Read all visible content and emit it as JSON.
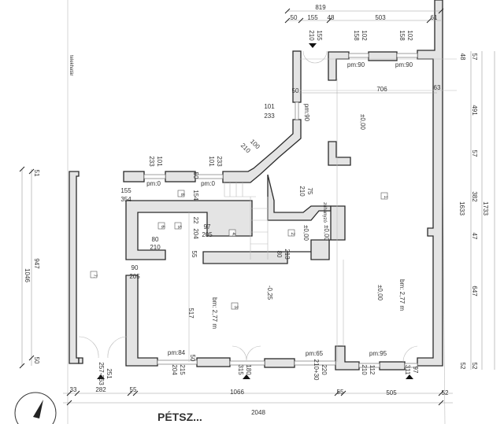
{
  "plan": {
    "title_fragment": "PÉTSZ...",
    "side_label": "telekhatár",
    "rooms": [
      "1.",
      "2.",
      "3.",
      "4.",
      "5.",
      "6.",
      "7.",
      "8."
    ],
    "level_marks": [
      "±0,00",
      "±0,00",
      "-0,25",
      "±0,00",
      "±0,00"
    ],
    "ceiling_heights": [
      "bm: 2,77 m",
      "bm: 2,77 m"
    ],
    "fixture_label": "zuhanyzó",
    "top_dims": [
      "819",
      "50",
      "155",
      "48",
      "503",
      "61"
    ],
    "inner_dims": [
      "50",
      "706",
      "63"
    ],
    "window_top": [
      {
        "w": "155",
        "h": "210"
      },
      {
        "w": "102",
        "h": "158"
      },
      {
        "w": "102",
        "h": "158"
      }
    ],
    "sill_labels": [
      "pm:90",
      "pm:90",
      "pm:90",
      "pm:0",
      "pm:0",
      "pm:84",
      "pm:65",
      "pm:95"
    ],
    "misc_dims": [
      "101",
      "233",
      "100",
      "210",
      "101",
      "233",
      "101",
      "233",
      "50",
      "155",
      "354",
      "154",
      "22",
      "204",
      "55",
      "97",
      "205",
      "80",
      "210",
      "90",
      "205",
      "75",
      "210",
      "80",
      "213",
      "517",
      "50"
    ],
    "right_dims": [
      "48",
      "57",
      "491",
      "57",
      "382",
      "47",
      "647",
      "52",
      "52",
      "1633",
      "1733"
    ],
    "left_dims": [
      "51",
      "947",
      "1046",
      "50"
    ],
    "bottom_openings": [
      {
        "a": "251",
        "b": "257-363"
      },
      {
        "a": "215",
        "b": "204"
      },
      {
        "a": "180",
        "b": "315"
      },
      {
        "a": "220",
        "b": "210+30"
      },
      {
        "a": "112",
        "b": "210"
      },
      {
        "a": "97",
        "b": "311"
      }
    ],
    "bottom_dims": [
      "33",
      "282",
      "55",
      "1066",
      "55",
      "505",
      "52"
    ],
    "total_width": "2048"
  },
  "colors": {
    "wall_fill": "#e4e4e4",
    "wall_stroke": "#2a2a2a",
    "dimension": "#9a9a9a"
  }
}
